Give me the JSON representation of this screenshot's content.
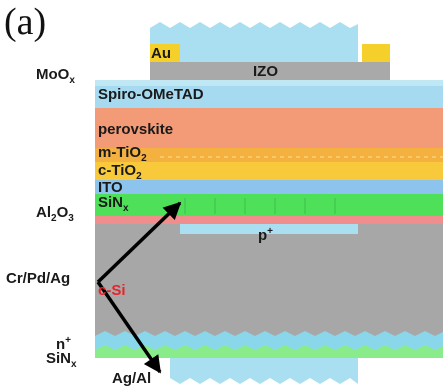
{
  "panel_label": "(a)",
  "layers": {
    "au": "Au",
    "izo": "IZO",
    "spiro": "Spiro-OMeTAD",
    "perovskite": "perovskite",
    "m_tio2": "m-TiO",
    "m_tio2_sub": "2",
    "c_tio2": "c-TiO",
    "c_tio2_sub": "2",
    "ito": "ITO",
    "sinx_top": "SiN",
    "sinx_top_sub": "x",
    "p_plus": "p",
    "p_plus_sup": "+",
    "c_si": "c-Si"
  },
  "side_labels": {
    "moox": "MoO",
    "moox_sub": "x",
    "al2o3_a": "Al",
    "al2o3_sub1": "2",
    "al2o3_b": "O",
    "al2o3_sub2": "3",
    "contact": "Cr/Pd/Ag",
    "n_plus": "n",
    "n_plus_sup": "+",
    "sinx_bottom": "SiN",
    "sinx_bottom_sub": "x",
    "ag_al": "Ag/Al"
  },
  "colors": {
    "au": "#f5cf2a",
    "izo_gray": "#a9a9a9",
    "light_blue": "#a9dff0",
    "spiro": "#a6daf0",
    "perovskite": "#f39a76",
    "m_tio2": "#f4b13f",
    "c_tio2": "#f8c93a",
    "ito": "#8cc4ee",
    "sinx": "#4fe05a",
    "al2o3": "#f08e8e",
    "c_si": "#a7a7a7",
    "n_plus": "#8ad7ec",
    "sinx_bottom": "#8aeb8a",
    "arrow": "#000000"
  }
}
